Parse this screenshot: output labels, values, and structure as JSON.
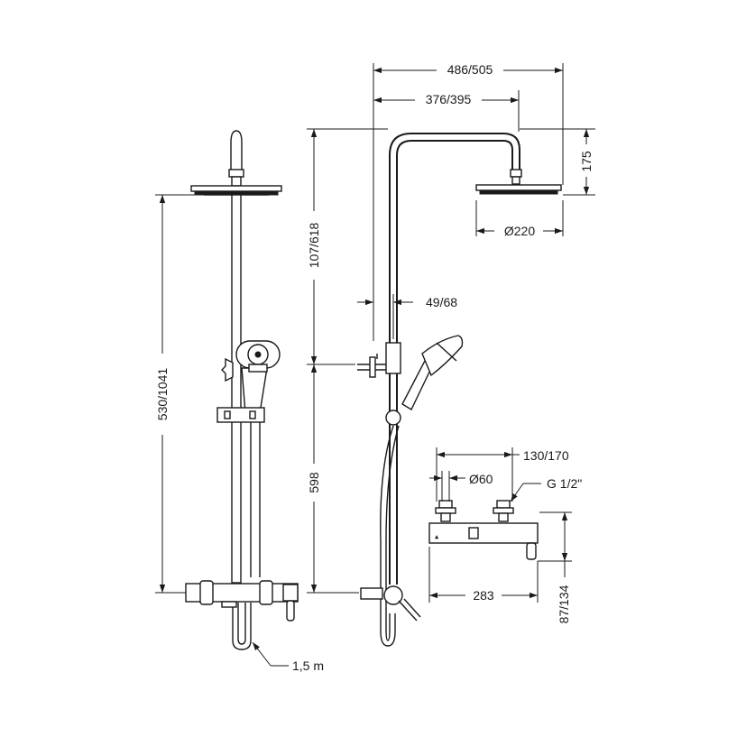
{
  "dimensions": {
    "total_width": "486/505",
    "arm_length": "376/395",
    "head_height": "175",
    "head_diameter": "Ø220",
    "upper_height": "107/618",
    "wall_offset": "49/68",
    "total_height": "530/1041",
    "lower_height": "598",
    "hose_length": "1,5 m",
    "inlet_distance": "130/170",
    "eccentric_diameter": "Ø60",
    "thread": "G 1/2\"",
    "valve_width": "283",
    "valve_depth": "87/134"
  }
}
